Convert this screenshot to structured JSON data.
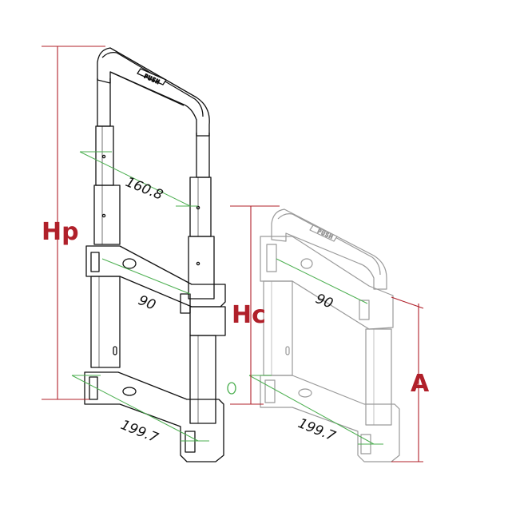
{
  "colors": {
    "outline": "#111111",
    "outline_light": "#9a9a9a",
    "dimension_red": "#b0202a",
    "measure_green": "#4caf50"
  },
  "handle_text": "PUSH",
  "labels": {
    "hp": "Hp",
    "hc": "Hc",
    "a": "A"
  },
  "dimensions": {
    "extended_width_top": "160.8",
    "extended_bracket": "90",
    "extended_base": "199.7",
    "collapsed_bracket": "90",
    "collapsed_base": "199.7"
  }
}
